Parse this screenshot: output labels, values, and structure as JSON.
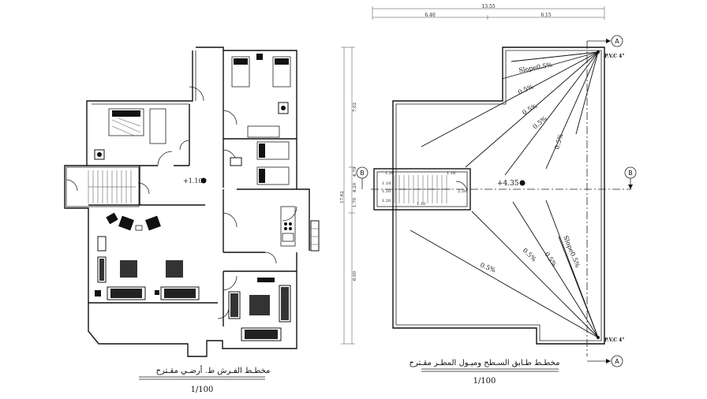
{
  "ground_floor": {
    "title": "مخطـط الفـرش ط. أرضـي مقـترح",
    "scale": "1/100",
    "level": "+1.10"
  },
  "roof_plan": {
    "title": "مخطـط طـابق السـطح وميـول المطـر مقـترح",
    "scale": "1/100",
    "level": "+4.35",
    "slope_labels": [
      "Slope0.5%",
      "0.5%",
      "0.5%",
      "0.5%",
      "0.5%",
      "0.5%",
      "0.5%",
      "Slope0.5%",
      "0.5%"
    ],
    "pvc_labels": [
      "P.V.C 4\"",
      "P.V.C 4\""
    ],
    "section_markers": [
      "A",
      "A",
      "B",
      "B"
    ],
    "stair_dims": [
      "1.20",
      "1.18",
      "1.18",
      "1.20",
      "1.20",
      "2.20",
      "1.10"
    ]
  },
  "dimensions": {
    "overall_top": "13.55",
    "top_left": "6.40",
    "top_right": "6.15",
    "side_total": "17.62",
    "side_a": "7.02",
    "side_b": "4.70",
    "side_c": "4.20",
    "side_d": "1.70",
    "side_e": "6.00"
  }
}
